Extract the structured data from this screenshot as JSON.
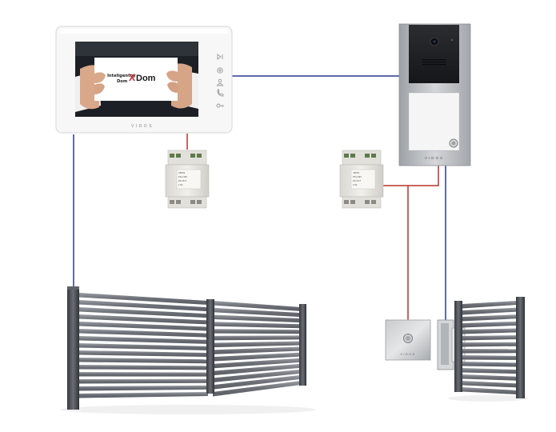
{
  "monitor": {
    "card_line1": "Inteligentny",
    "card_line2": "Dom",
    "card_brand_x": "X",
    "card_brand_rest": "Dom",
    "brand": "VIDOS",
    "bezel_icons": [
      "play-icon",
      "plus-icon",
      "person-icon",
      "phone-icon",
      "key-icon"
    ]
  },
  "door_station": {
    "brand": "VIDOS"
  },
  "power_supply_left": {
    "label_lines": [
      "VIDOS",
      "PS-2 24V",
      "DC OUT",
      "1.5A"
    ]
  },
  "power_supply_right": {
    "label_lines": [
      "VIDOS",
      "PS-2 24V",
      "DC OUT",
      "1.5A"
    ]
  },
  "exit_button": {
    "brand": "VIDOS"
  },
  "colors": {
    "wire_blue": "#2b3a8f",
    "wire_red": "#b8322c",
    "gate_dark": "#4a4d53",
    "gate_slat": "#7d8187",
    "panel_silver": "#b9bcc0"
  }
}
